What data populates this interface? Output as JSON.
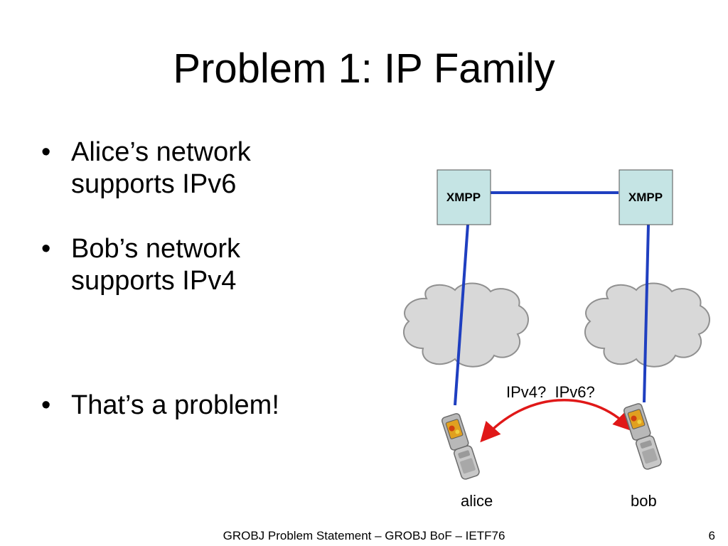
{
  "slide": {
    "title": "Problem 1: IP Family",
    "bullets": [
      {
        "symbol": "•",
        "line1": "Alice’s network",
        "line2": "supports IPv6"
      },
      {
        "symbol": "•",
        "line1": "Bob’s network",
        "line2": "supports IPv4"
      },
      {
        "symbol": "•",
        "line1": "That’s a problem!"
      }
    ],
    "footer": "GROBJ Problem Statement – GROBJ BoF – IETF76",
    "page_number": "6"
  },
  "diagram": {
    "server_left_label": "XMPP",
    "server_right_label": "XMPP",
    "question_label": "IPv4?  IPv6?",
    "alice_label": "alice",
    "bob_label": "bob",
    "colors": {
      "server_fill": "#c5e4e4",
      "link": "#1f3fc0",
      "arrow": "#e01818",
      "cloud_fill": "#d8d8d8",
      "cloud_stroke": "#909090"
    }
  }
}
